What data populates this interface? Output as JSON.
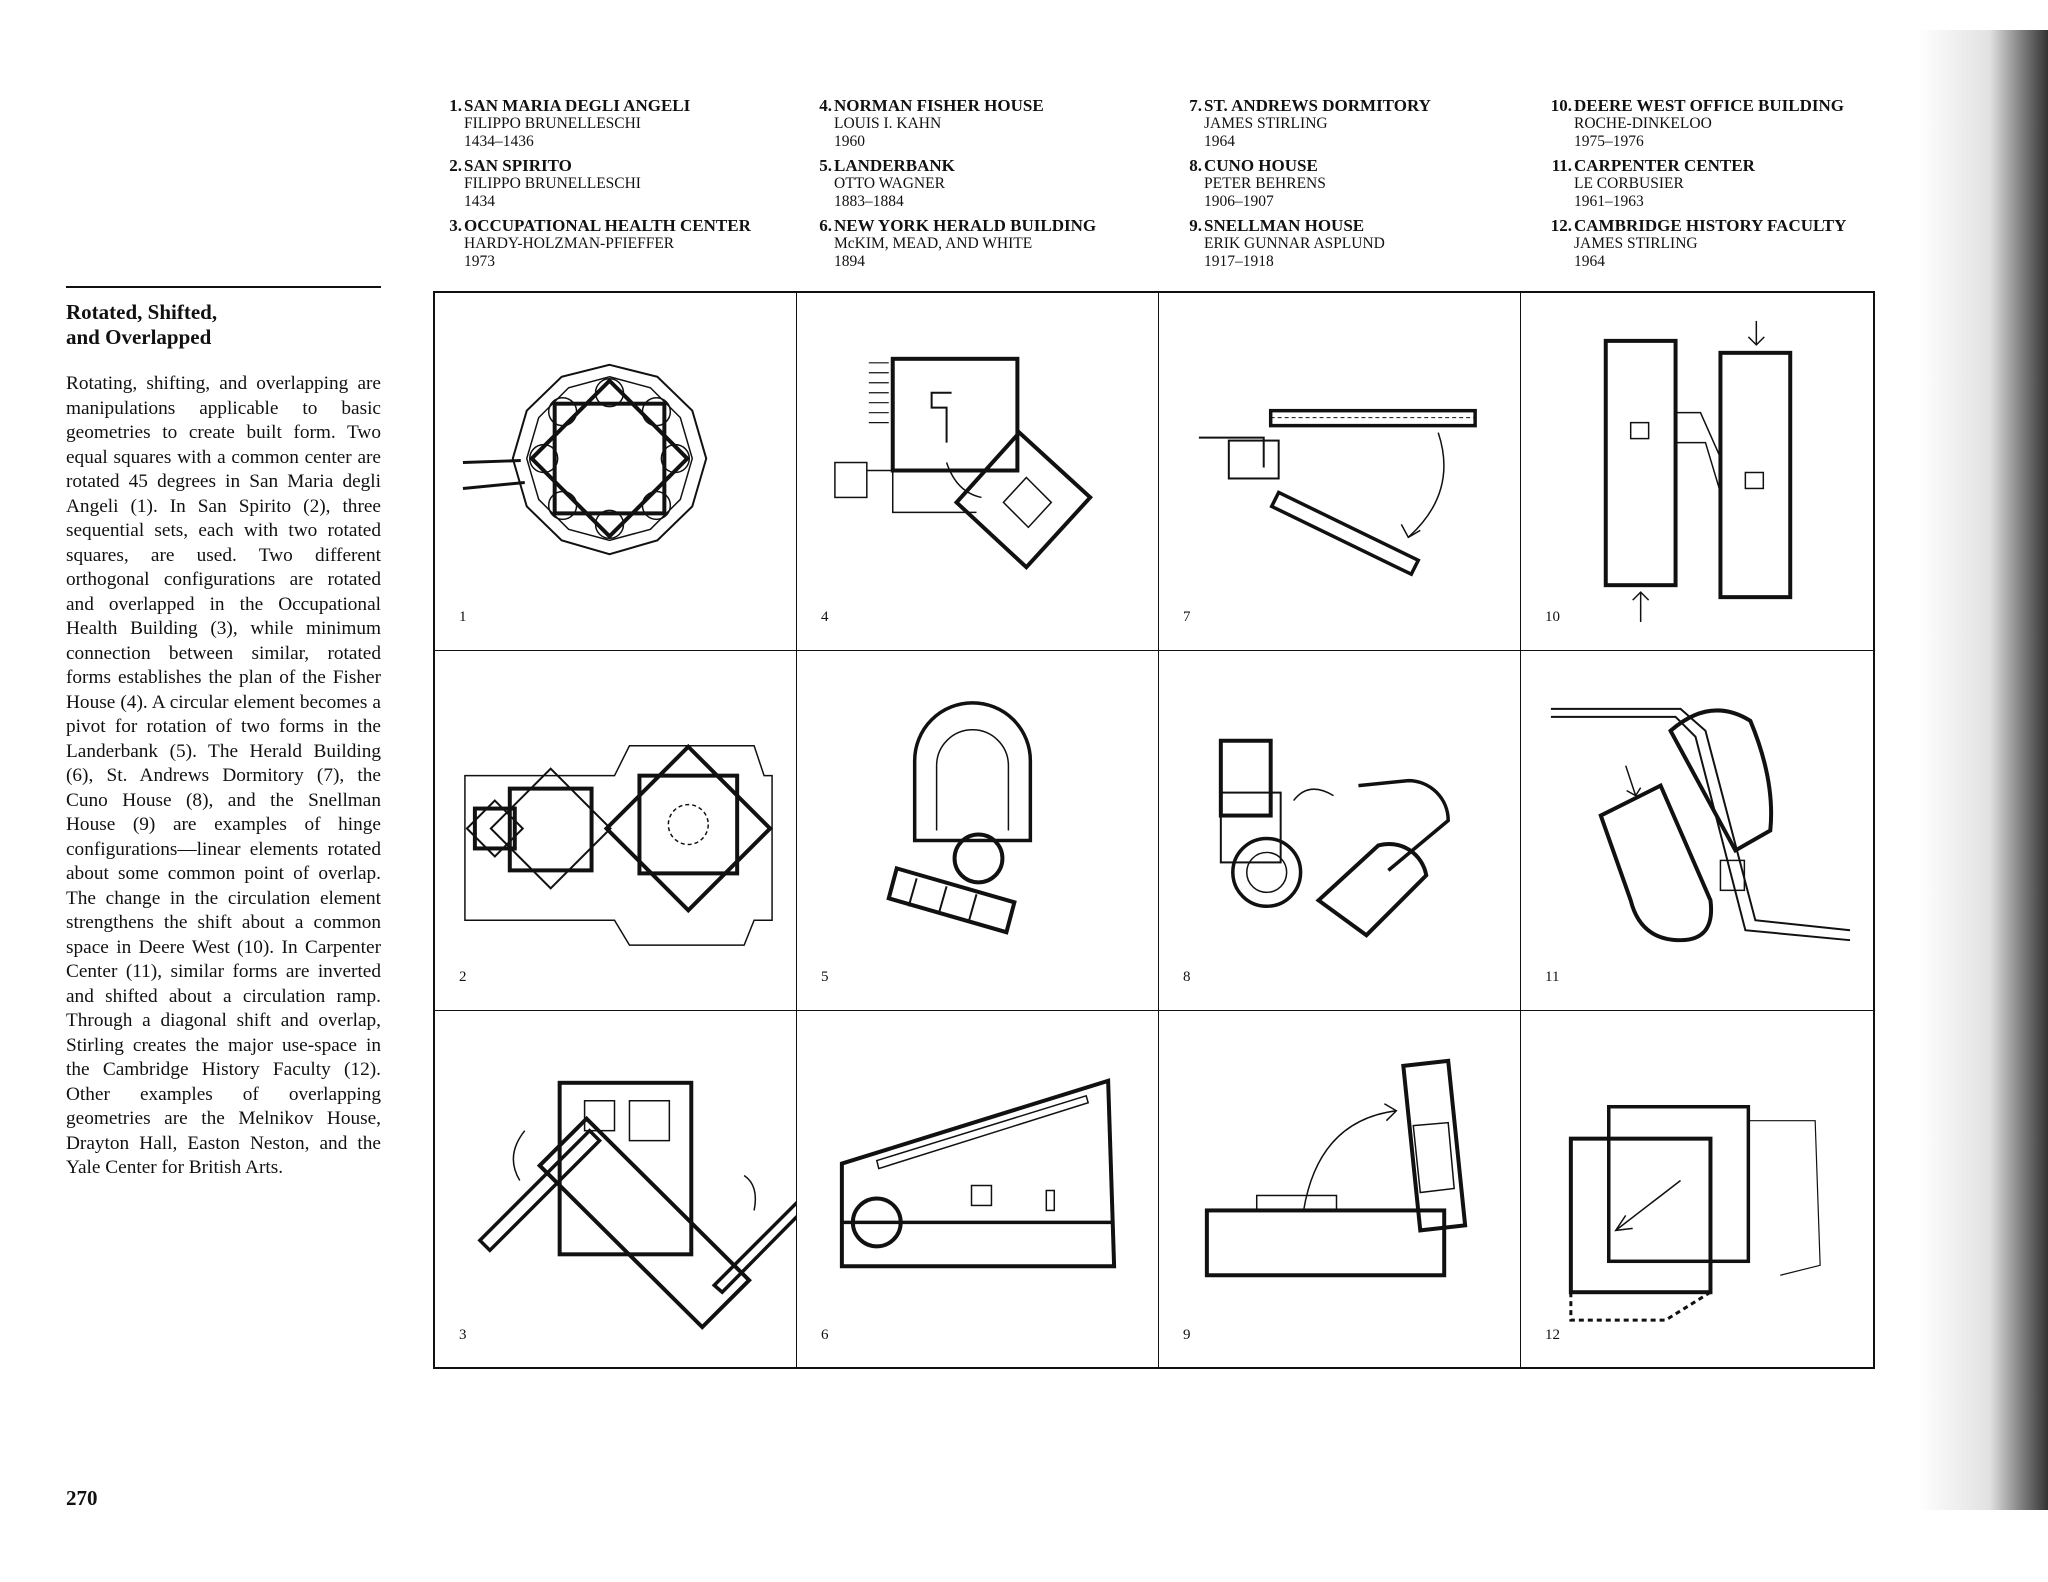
{
  "captions": [
    {
      "num": "1",
      "title": "SAN MARIA DEGLI ANGELI",
      "architect": "FILIPPO BRUNELLESCHI",
      "date": "1434–1436"
    },
    {
      "num": "2",
      "title": "SAN SPIRITO",
      "architect": "FILIPPO BRUNELLESCHI",
      "date": "1434"
    },
    {
      "num": "3",
      "title": "OCCUPATIONAL HEALTH CENTER",
      "architect": "HARDY-HOLZMAN-PFIEFFER",
      "date": "1973"
    },
    {
      "num": "4",
      "title": "NORMAN FISHER HOUSE",
      "architect": "LOUIS I. KAHN",
      "date": "1960"
    },
    {
      "num": "5",
      "title": "LANDERBANK",
      "architect": "OTTO WAGNER",
      "date": "1883–1884"
    },
    {
      "num": "6",
      "title": "NEW YORK HERALD BUILDING",
      "architect": "McKIM, MEAD, AND WHITE",
      "date": "1894"
    },
    {
      "num": "7",
      "title": "ST. ANDREWS DORMITORY",
      "architect": "JAMES STIRLING",
      "date": "1964"
    },
    {
      "num": "8",
      "title": "CUNO HOUSE",
      "architect": "PETER BEHRENS",
      "date": "1906–1907"
    },
    {
      "num": "9",
      "title": "SNELLMAN HOUSE",
      "architect": "ERIK GUNNAR ASPLUND",
      "date": "1917–1918"
    },
    {
      "num": "10",
      "title": "DEERE WEST OFFICE BUILDING",
      "architect": "ROCHE-DINKELOO",
      "date": "1975–1976"
    },
    {
      "num": "11",
      "title": "CARPENTER CENTER",
      "architect": "LE CORBUSIER",
      "date": "1961–1963"
    },
    {
      "num": "12",
      "title": "CAMBRIDGE HISTORY FACULTY",
      "architect": "JAMES STIRLING",
      "date": "1964"
    }
  ],
  "section": {
    "heading_line1": "Rotated, Shifted,",
    "heading_line2": "and Overlapped",
    "body": "Rotating, shifting, and overlap­ping are manipulations applica­ble to basic geometries to create built form. Two equal squares with a common center are rotat­ed 45 degrees in San Maria degli Angeli (1). In San Spirito (2), three sequential sets, each with two rotated squares, are used. Two different orthogonal config­urations are rotated and over­lapped in the Occupational Health Building (3), while mini­mum connection between simi­lar, rotated forms establishes the plan of the Fisher House (4). A circular element becomes a piv­ot for rotation of two forms in the Landerbank (5). The Herald Building (6), St. Andrews Dormi­tory (7), the Cuno House (8), and the Snellman House (9) are ex­amples of hinge configura­tions—linear elements rotated about some common point of overlap. The change in the circu­lation element strengthens the shift about a common space in Deere West (10). In Carpenter Center (11), similar forms are in­verted and shifted about a circu­lation ramp. Through a diagonal shift and overlap, Stirling cre­ates the major use-space in the Cambridge History Faculty (12). Other examples of overlapping geometries are the Melnikov House, Drayton Hall, Easton Ne­ston, and the Yale Center for British Arts."
  },
  "grid_labels": [
    "1",
    "4",
    "7",
    "10",
    "2",
    "5",
    "8",
    "11",
    "3",
    "6",
    "9",
    "12"
  ],
  "page_number": "270"
}
